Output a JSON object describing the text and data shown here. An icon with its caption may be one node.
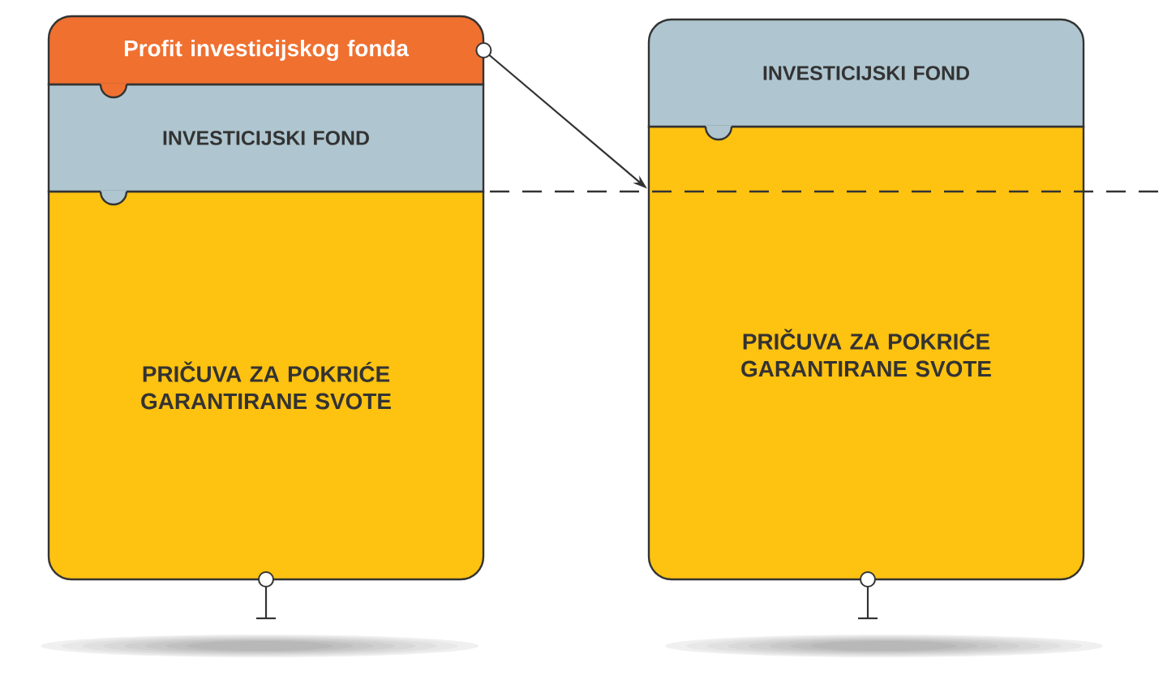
{
  "diagram": {
    "nodes": [
      {
        "text": [
          "Profit investicijskog fonda"
        ]
      },
      {
        "text": [
          "INVESTICIJSKI FOND"
        ]
      },
      {
        "text": [
          "PRIČUVA ZA POKRIĆE GARANTIRANE SVOTE"
        ]
      },
      {
        "text": [
          "INVESTICIJSKI FOND"
        ]
      },
      {
        "text": [
          "PRIČUVA ZA POKRIĆE GARANTIRANE SVOTE"
        ]
      }
    ],
    "edges": [
      {
        "from": 0,
        "to": 4,
        "arrow": "to"
      }
    ]
  }
}
